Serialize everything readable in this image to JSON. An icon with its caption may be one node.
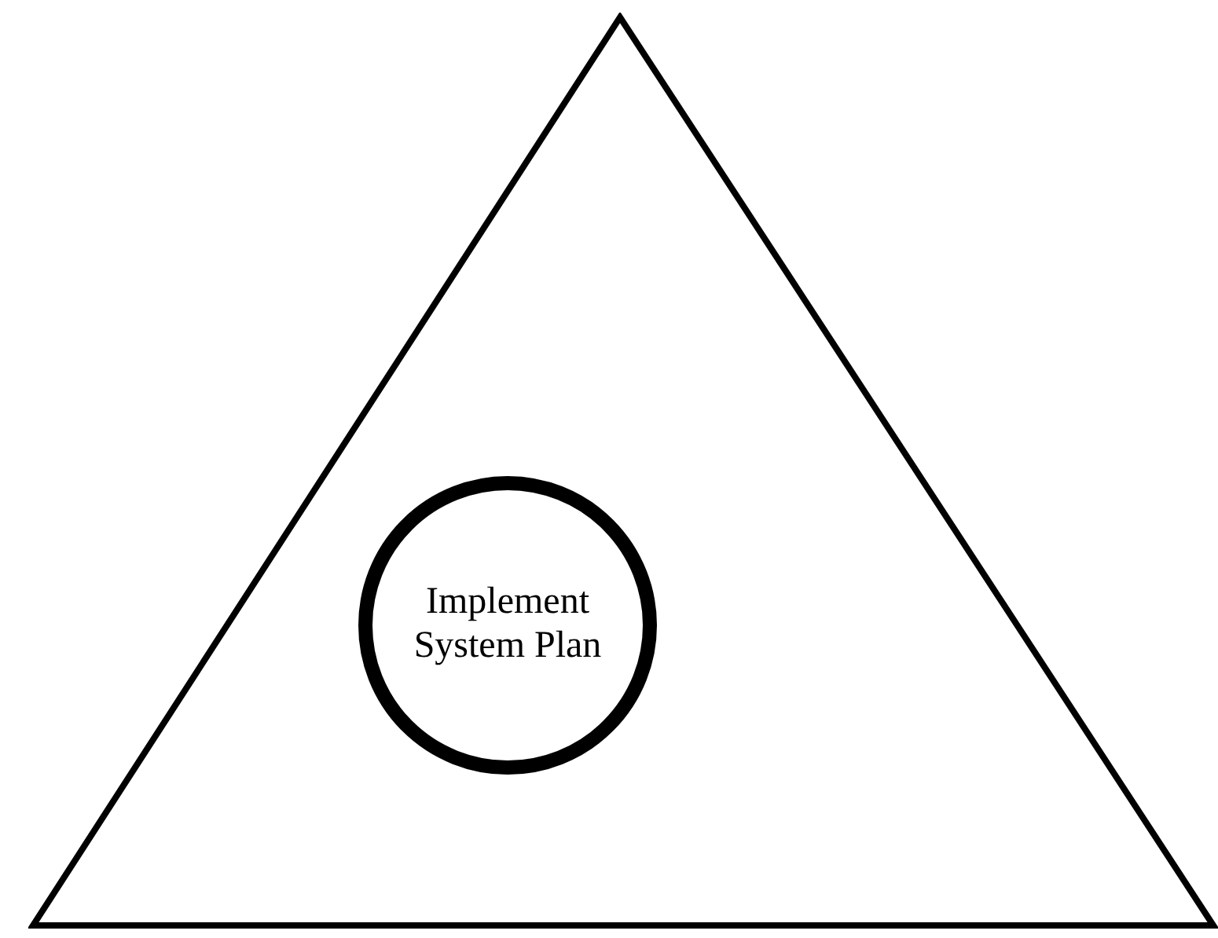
{
  "diagram": {
    "nodes": [
      {
        "text": [],
        "shape": "triangle"
      },
      {
        "text": [
          "Implement System Plan"
        ],
        "in": 0
      }
    ]
  }
}
